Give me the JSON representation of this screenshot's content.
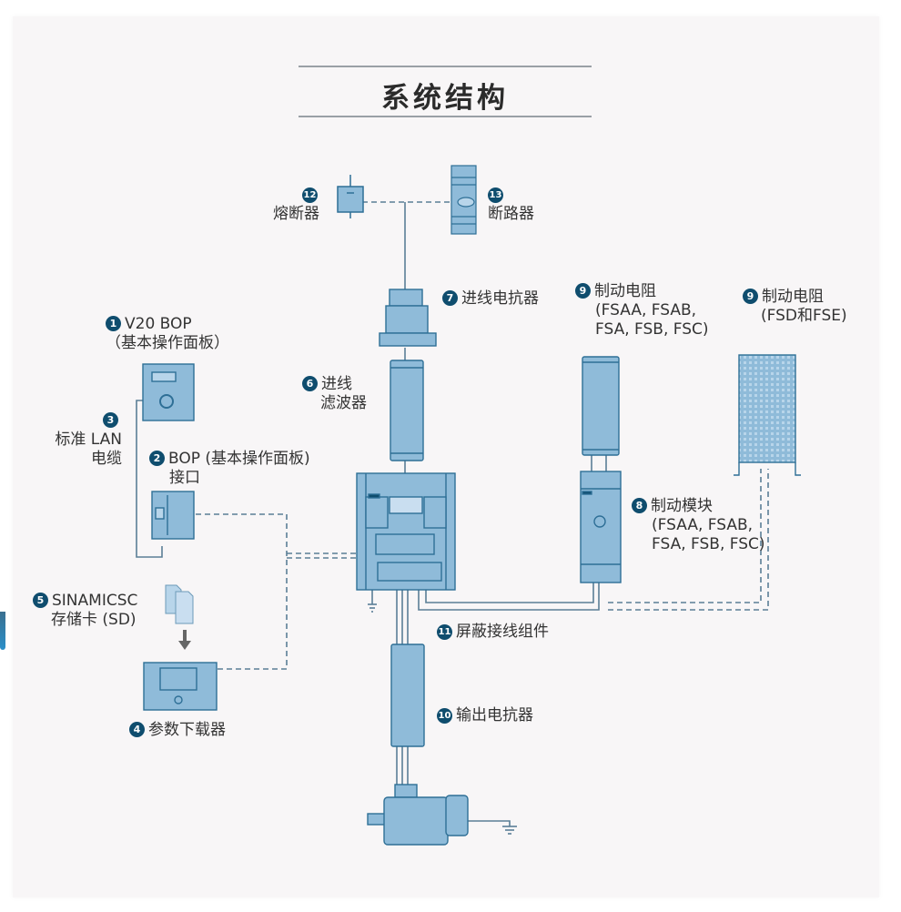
{
  "title": "系统结构",
  "colors": {
    "device_fill": "#8fbbd9",
    "device_stroke": "#2e6f96",
    "device_light": "#b8d5ea",
    "line": "#5b7f96",
    "badge": "#0f4d6e",
    "text": "#333333"
  },
  "components": [
    {
      "id": "1",
      "badge": "1",
      "lines": [
        "V20 BOP",
        "（基本操作面板）"
      ]
    },
    {
      "id": "2",
      "badge": "2",
      "lines": [
        "BOP (基本操作面板)",
        "接口"
      ]
    },
    {
      "id": "3",
      "badge": "3",
      "lines": [
        "标准 LAN",
        "电缆"
      ]
    },
    {
      "id": "4",
      "badge": "4",
      "lines": [
        "参数下载器"
      ]
    },
    {
      "id": "5",
      "badge": "5",
      "lines": [
        "SINAMICSC",
        "存储卡 (SD)"
      ]
    },
    {
      "id": "6",
      "badge": "6",
      "lines": [
        "进线",
        "滤波器"
      ]
    },
    {
      "id": "7",
      "badge": "7",
      "lines": [
        "进线电抗器"
      ]
    },
    {
      "id": "8",
      "badge": "8",
      "lines": [
        "制动模块",
        "(FSAA, FSAB,",
        "FSA, FSB, FSC)"
      ]
    },
    {
      "id": "9a",
      "badge": "9",
      "lines": [
        "制动电阻",
        "(FSAA, FSAB,",
        "FSA, FSB, FSC)"
      ]
    },
    {
      "id": "9b",
      "badge": "9",
      "lines": [
        "制动电阻",
        "(FSD和FSE)"
      ]
    },
    {
      "id": "10",
      "badge": "10",
      "lines": [
        "输出电抗器"
      ]
    },
    {
      "id": "11",
      "badge": "11",
      "lines": [
        "屏蔽接线组件"
      ]
    },
    {
      "id": "12",
      "badge": "12",
      "lines": [
        "熔断器"
      ]
    },
    {
      "id": "13",
      "badge": "13",
      "lines": [
        "断路器"
      ]
    }
  ]
}
